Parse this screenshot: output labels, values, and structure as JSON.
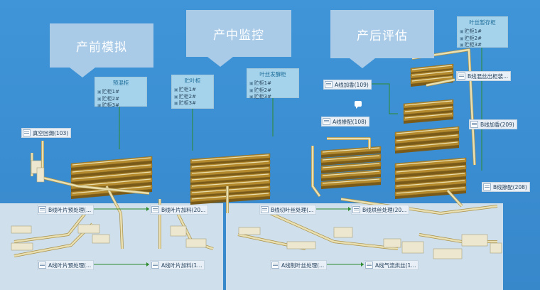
{
  "callouts": {
    "pre": "产前模拟",
    "mid": "产中监控",
    "post": "产后评估"
  },
  "cabinets": {
    "premix": {
      "title": "预混柜",
      "rows": [
        "贮柜1#",
        "贮柜2#",
        "贮柜3#"
      ]
    },
    "store": {
      "title": "贮叶柜",
      "rows": [
        "贮柜1#",
        "贮柜2#",
        "贮柜3#"
      ]
    },
    "ferment": {
      "title": "叶丝发酵柜",
      "rows": [
        "贮柜1#",
        "贮柜2#",
        "贮柜3#"
      ]
    },
    "temp": {
      "title": "叶丝暂存柜",
      "rows": [
        "贮柜1#",
        "贮柜2#",
        "贮柜3#"
      ]
    }
  },
  "labels": {
    "vacuum": "真空回潮(103)",
    "b_leaf_pre": "B线叶片预处理(...",
    "b_leaf_add": "B线叶片加料(20...",
    "b_cut_proc": "B线切叶丝处理(...",
    "b_dry_proc": "B线烘丝处理(20...",
    "a_leaf_pre": "A线叶片预处理(...",
    "a_leaf_add": "A线叶片加料(1...",
    "a_cut_proc": "A线制叶丝处理(...",
    "a_air_dry": "A线气流烘丝(1...",
    "a_flavor": "A线加香(109)",
    "a_blend": "A线掺配(108)",
    "b_mix_out": "B线混丝出柜装...",
    "b_flavor": "B线加香(209)",
    "b_blend": "B线掺配(208)"
  },
  "colors": {
    "background": "#3b8ed2",
    "callout": "#a9cbe8",
    "panel": "#dce6ee",
    "conveyor": "#e9dfb0",
    "rail": "#b58a2c",
    "connector": "#2e8b2e"
  }
}
